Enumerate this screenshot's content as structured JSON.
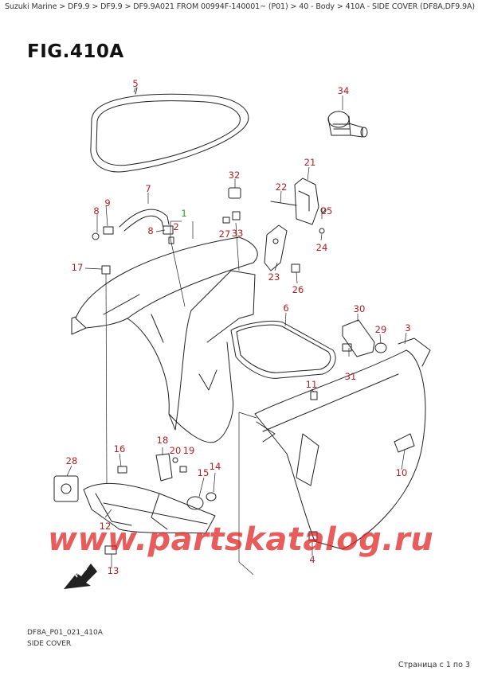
{
  "breadcrumb": "Suzuki Marine > DF9.9 > DF9.9 > DF9.9A021 FROM 00994F-140001~ (P01) > 40 - Body > 410A - SIDE COVER (DF8A,DF9.9A)",
  "figure_title": "FIG.410A",
  "watermark": "www.partskatalog.ru",
  "figure_code": "DF8A_P01_021_410A",
  "figure_caption": "SIDE COVER",
  "page_indicator": "Страница с 1 по 3",
  "colors": {
    "callout": "#b02020",
    "callout_highlight": "#2a9a2a",
    "watermark": "#e0201e"
  },
  "callouts": [
    {
      "id": "c1",
      "label": "1",
      "highlight": true
    },
    {
      "id": "c2",
      "label": "2"
    },
    {
      "id": "c3",
      "label": "3"
    },
    {
      "id": "c4",
      "label": "4"
    },
    {
      "id": "c5",
      "label": "5"
    },
    {
      "id": "c6",
      "label": "6"
    },
    {
      "id": "c7",
      "label": "7"
    },
    {
      "id": "c8a",
      "label": "8"
    },
    {
      "id": "c8b",
      "label": "8"
    },
    {
      "id": "c9",
      "label": "9"
    },
    {
      "id": "c10",
      "label": "10"
    },
    {
      "id": "c11",
      "label": "11"
    },
    {
      "id": "c12",
      "label": "12"
    },
    {
      "id": "c13",
      "label": "13"
    },
    {
      "id": "c14",
      "label": "14"
    },
    {
      "id": "c15",
      "label": "15"
    },
    {
      "id": "c16",
      "label": "16"
    },
    {
      "id": "c17",
      "label": "17"
    },
    {
      "id": "c18",
      "label": "18"
    },
    {
      "id": "c19",
      "label": "19"
    },
    {
      "id": "c20",
      "label": "20"
    },
    {
      "id": "c21",
      "label": "21"
    },
    {
      "id": "c22",
      "label": "22"
    },
    {
      "id": "c23",
      "label": "23"
    },
    {
      "id": "c24",
      "label": "24"
    },
    {
      "id": "c25",
      "label": "25"
    },
    {
      "id": "c26",
      "label": "26"
    },
    {
      "id": "c27",
      "label": "27"
    },
    {
      "id": "c28",
      "label": "28"
    },
    {
      "id": "c29",
      "label": "29"
    },
    {
      "id": "c30",
      "label": "30"
    },
    {
      "id": "c31",
      "label": "31"
    },
    {
      "id": "c32",
      "label": "32"
    },
    {
      "id": "c33",
      "label": "33"
    },
    {
      "id": "c34",
      "label": "34"
    }
  ]
}
